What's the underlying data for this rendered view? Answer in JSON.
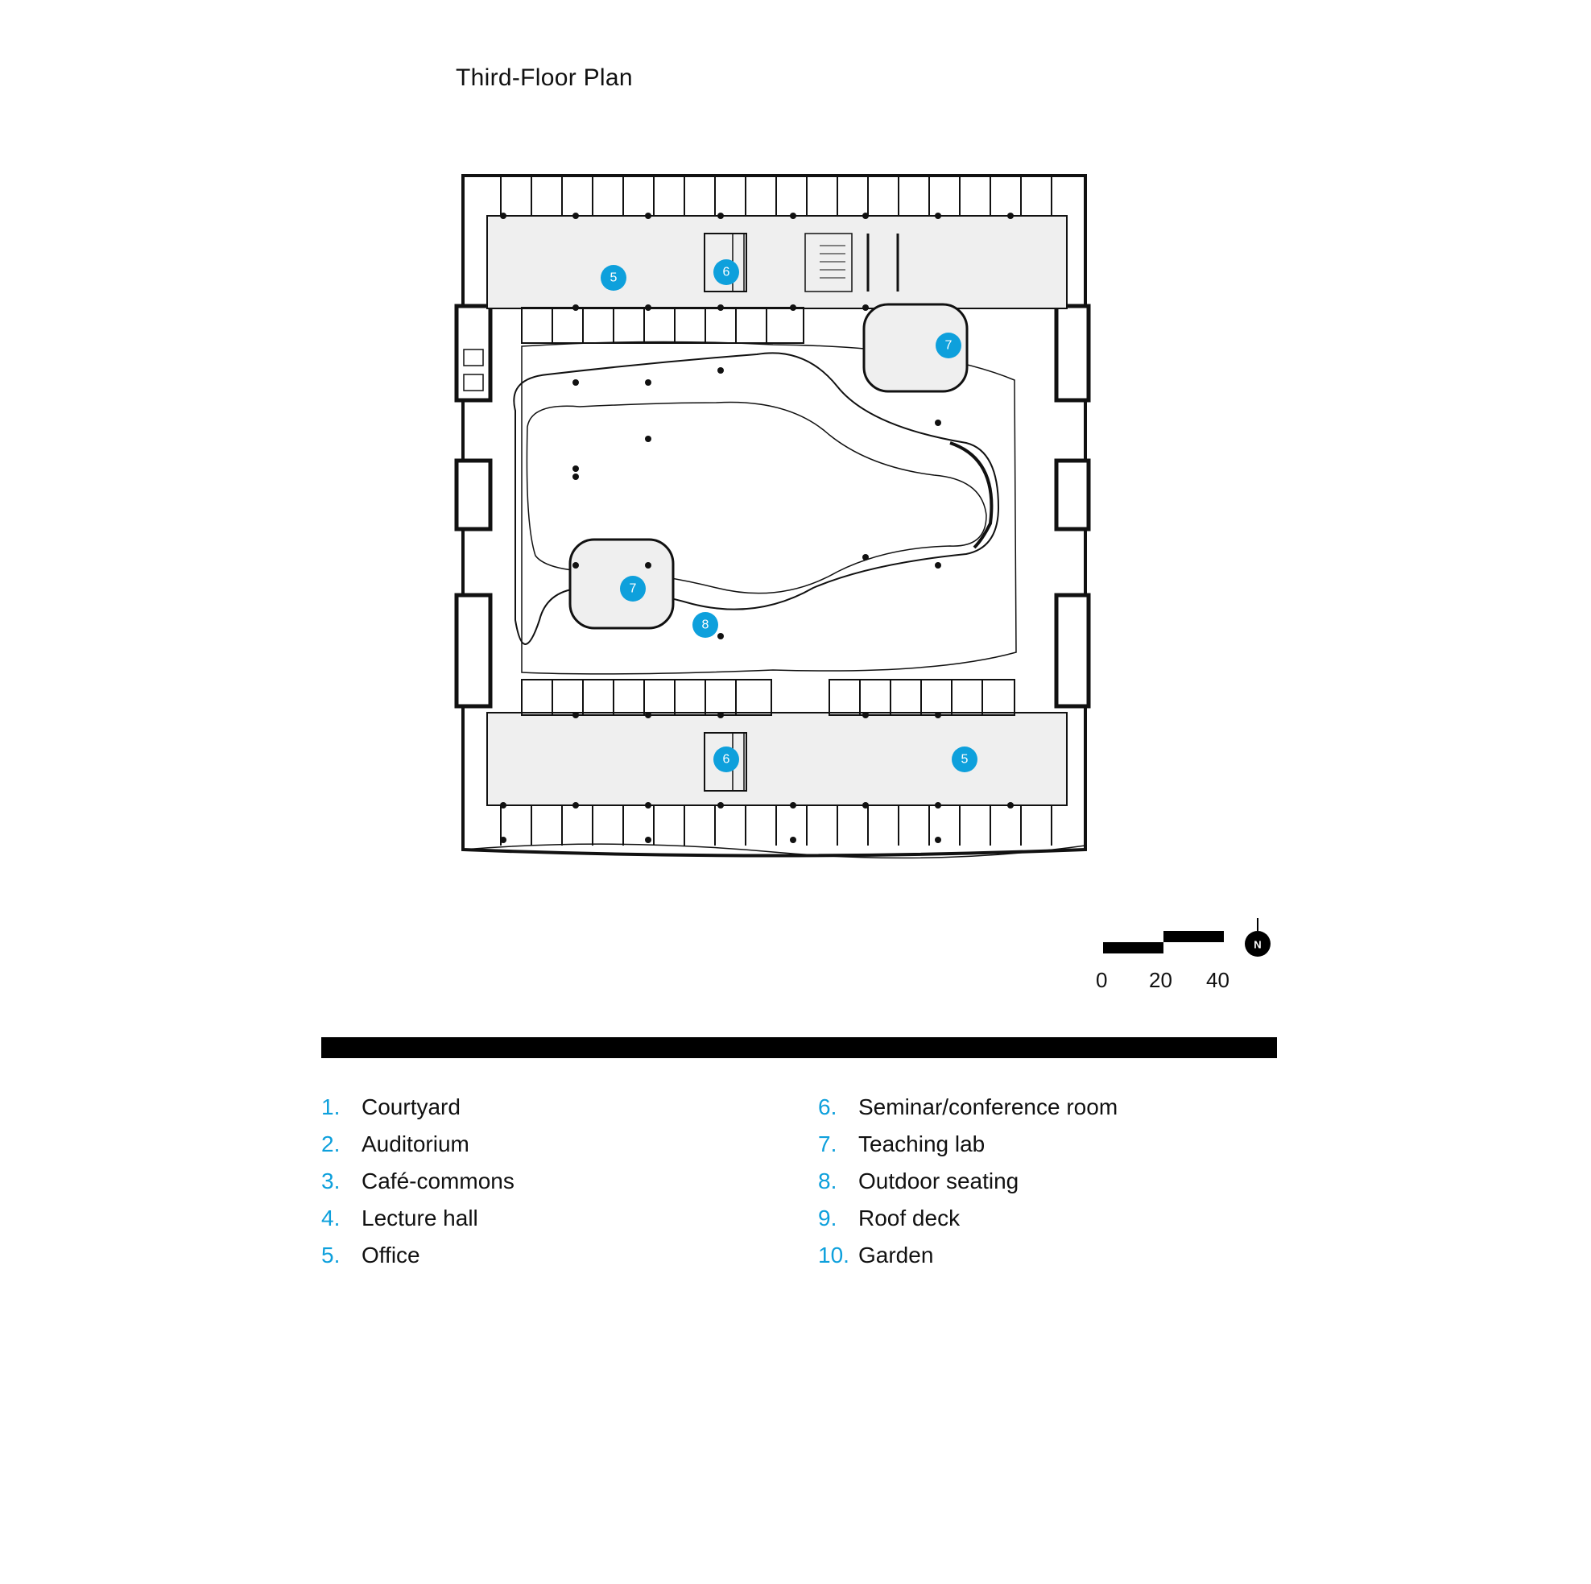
{
  "title": "Third-Floor Plan",
  "plan": {
    "tags": [
      {
        "n": "5"
      },
      {
        "n": "6"
      },
      {
        "n": "7"
      },
      {
        "n": "7"
      },
      {
        "n": "8"
      },
      {
        "n": "6"
      },
      {
        "n": "5"
      }
    ]
  },
  "scale": {
    "labels": [
      "0",
      "20",
      "40"
    ],
    "north": "N"
  },
  "legend": {
    "items": [
      {
        "num": "1.",
        "label": "Courtyard"
      },
      {
        "num": "2.",
        "label": "Auditorium"
      },
      {
        "num": "3.",
        "label": "Café-commons"
      },
      {
        "num": "4.",
        "label": "Lecture hall"
      },
      {
        "num": "5.",
        "label": "Office"
      },
      {
        "num": "6.",
        "label": "Seminar/conference room"
      },
      {
        "num": "7.",
        "label": "Teaching lab"
      },
      {
        "num": "8.",
        "label": "Outdoor seating"
      },
      {
        "num": "9.",
        "label": "Roof deck"
      },
      {
        "num": "10.",
        "label": "Garden"
      }
    ]
  },
  "colors": {
    "accent": "#0ea0dc",
    "ink": "#111111",
    "floor": "#efefef"
  }
}
